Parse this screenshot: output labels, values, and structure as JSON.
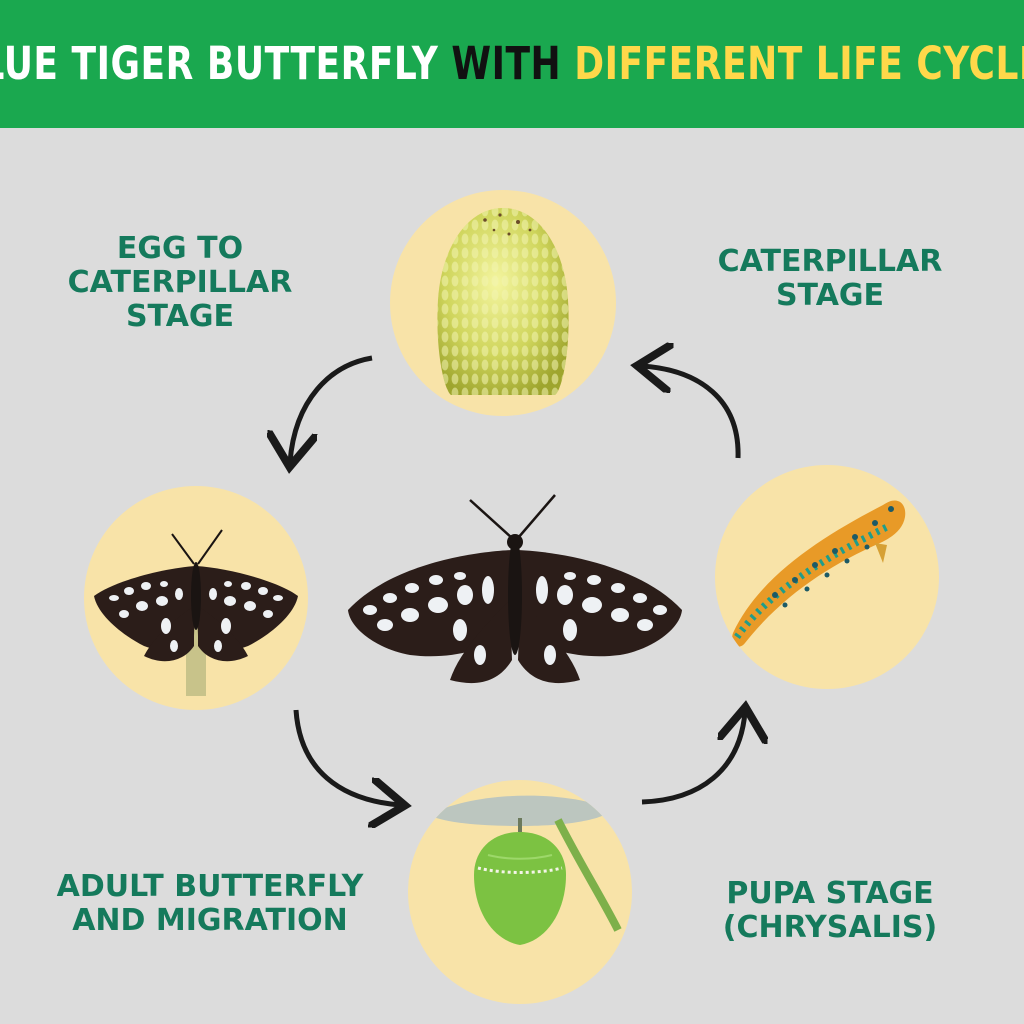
{
  "title": {
    "part1": "BLUE TIGER BUTTERFLY",
    "part2": "WITH",
    "part3": "DIFFERENT LIFE CYCLES"
  },
  "stages": {
    "egg": {
      "lines": [
        "EGG TO",
        "CATERPILLAR",
        "STAGE"
      ]
    },
    "caterpillar": {
      "lines": [
        "CATERPILLAR",
        "STAGE"
      ]
    },
    "adult": {
      "lines": [
        "ADULT BUTTERFLY",
        "AND MIGRATION"
      ]
    },
    "pupa": {
      "lines": [
        "PUPA STAGE",
        "(CHRYSALIS)"
      ]
    }
  },
  "colors": {
    "banner": "#1aa84f",
    "background": "#dcdcdc",
    "circle": "#f8e3a8",
    "label": "#157a5c",
    "title_white": "#ffffff",
    "title_black": "#111111",
    "title_yellow": "#ffd84a"
  },
  "icons": [
    "egg-image",
    "caterpillar-image",
    "chrysalis-image",
    "butterfly-image",
    "cycle-arrow"
  ]
}
